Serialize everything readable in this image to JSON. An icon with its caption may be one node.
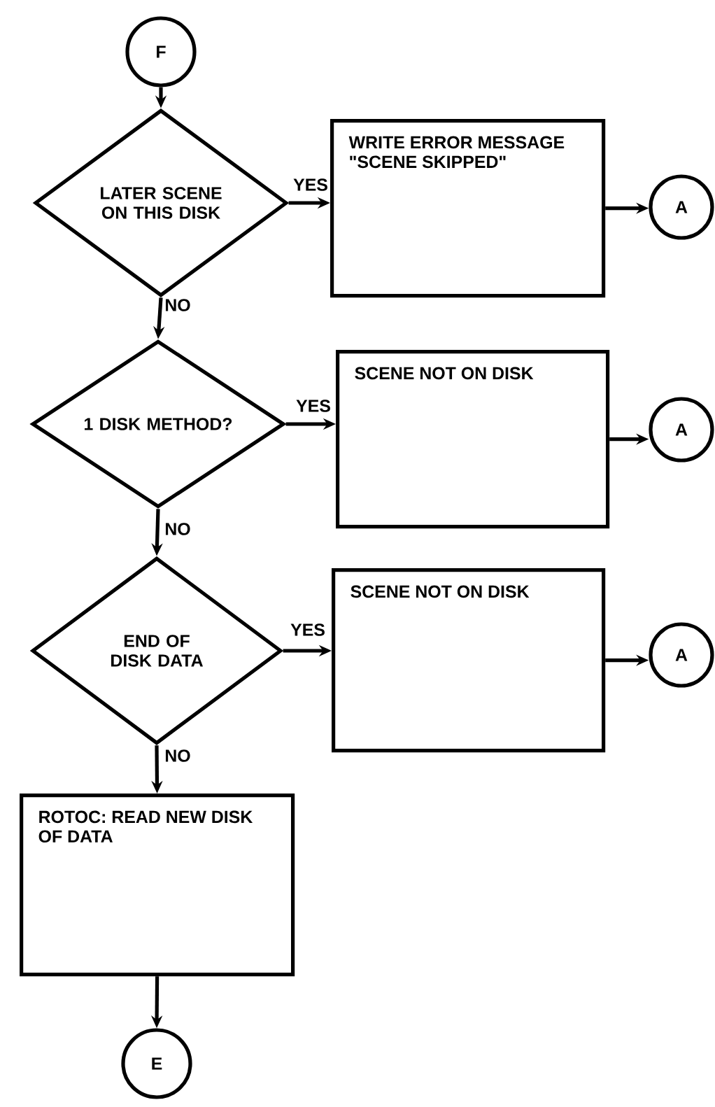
{
  "diagram": {
    "nodes": [
      {
        "text": [
          "F"
        ]
      },
      {
        "text": [
          "LATER SCENE ON THIS DISK"
        ]
      },
      {
        "text": [
          "WRITE ERROR MESSAGE \"SCENE SKIPPED\""
        ]
      },
      {
        "text": [
          "A"
        ]
      },
      {
        "text": [
          "1 DISK METHOD?"
        ]
      },
      {
        "text": [
          "SCENE NOT ON DISK"
        ]
      },
      {
        "text": [
          "A"
        ]
      },
      {
        "text": [
          "END OF DISK DATA"
        ]
      },
      {
        "text": [
          "SCENE NOT ON DISK"
        ]
      },
      {
        "text": [
          "A"
        ]
      },
      {
        "text": [
          "ROTOC: READ NEW DISK OF DATA"
        ]
      },
      {
        "text": [
          "E"
        ]
      }
    ],
    "edges": [
      {
        "from": 0,
        "to": 1,
        "arrow": "to"
      },
      {
        "from": 1,
        "to": 2,
        "arrow": "to",
        "label": "YES"
      },
      {
        "from": 2,
        "to": 3,
        "arrow": "to"
      },
      {
        "from": 1,
        "to": 4,
        "arrow": "to",
        "label": "NO"
      },
      {
        "from": 4,
        "to": 5,
        "arrow": "to",
        "label": "YES"
      },
      {
        "from": 5,
        "to": 6,
        "arrow": "to"
      },
      {
        "from": 4,
        "to": 7,
        "arrow": "to",
        "label": "NO"
      },
      {
        "from": 7,
        "to": 8,
        "arrow": "to",
        "label": "YES"
      },
      {
        "from": 8,
        "to": 9,
        "arrow": "to"
      },
      {
        "from": 7,
        "to": 10,
        "arrow": "to",
        "label": "NO"
      },
      {
        "from": 10,
        "to": 11,
        "arrow": "to"
      }
    ]
  }
}
